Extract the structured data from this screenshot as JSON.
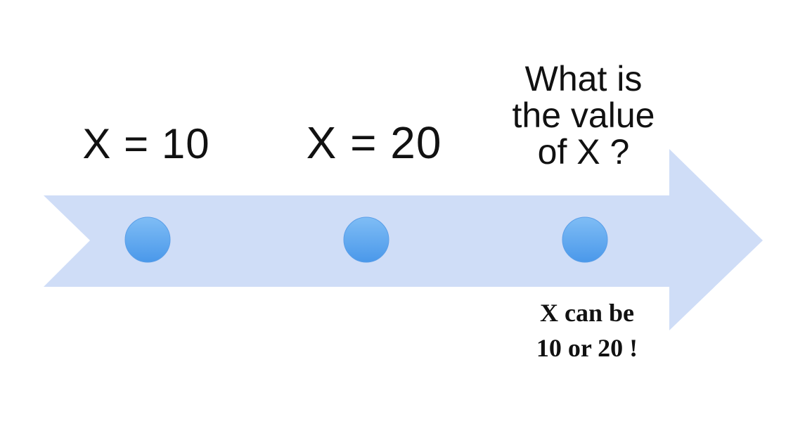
{
  "timeline": {
    "points": [
      {
        "label": "X = 10"
      },
      {
        "label": "X = 20"
      },
      {
        "label": "What is\nthe value\nof X ?"
      }
    ],
    "note": "X can be\n10 or 20 !"
  },
  "colors": {
    "arrow_fill": "#cfddf7",
    "dot_fill_top": "#7fbdf5",
    "dot_fill_bottom": "#4a98ea",
    "text": "#111111"
  }
}
